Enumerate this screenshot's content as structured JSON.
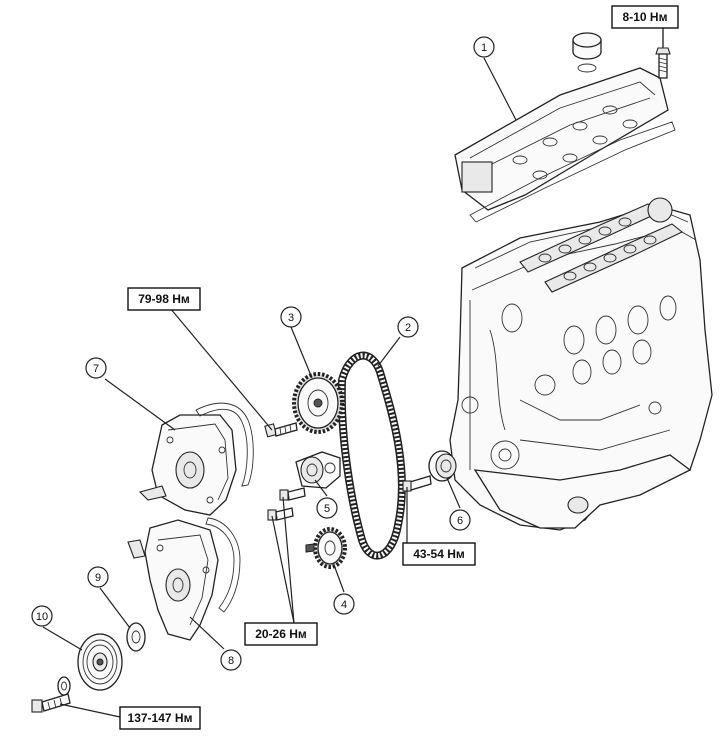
{
  "callouts": [
    {
      "id": "1",
      "label": "1"
    },
    {
      "id": "2",
      "label": "2"
    },
    {
      "id": "3",
      "label": "3"
    },
    {
      "id": "4",
      "label": "4"
    },
    {
      "id": "5",
      "label": "5"
    },
    {
      "id": "6",
      "label": "6"
    },
    {
      "id": "7",
      "label": "7"
    },
    {
      "id": "8",
      "label": "8"
    },
    {
      "id": "9",
      "label": "9"
    },
    {
      "id": "10",
      "label": "10"
    }
  ],
  "torque_specs": [
    {
      "id": "valve-cover-bolt",
      "label": "8-10 Нм"
    },
    {
      "id": "camshaft-sprocket-bolt",
      "label": "79-98 Нм"
    },
    {
      "id": "idler-bolt",
      "label": "43-54 Нм"
    },
    {
      "id": "tensioner-bolts",
      "label": "20-26 Нм"
    },
    {
      "id": "crank-pulley-bolt",
      "label": "137-147 Нм"
    }
  ]
}
